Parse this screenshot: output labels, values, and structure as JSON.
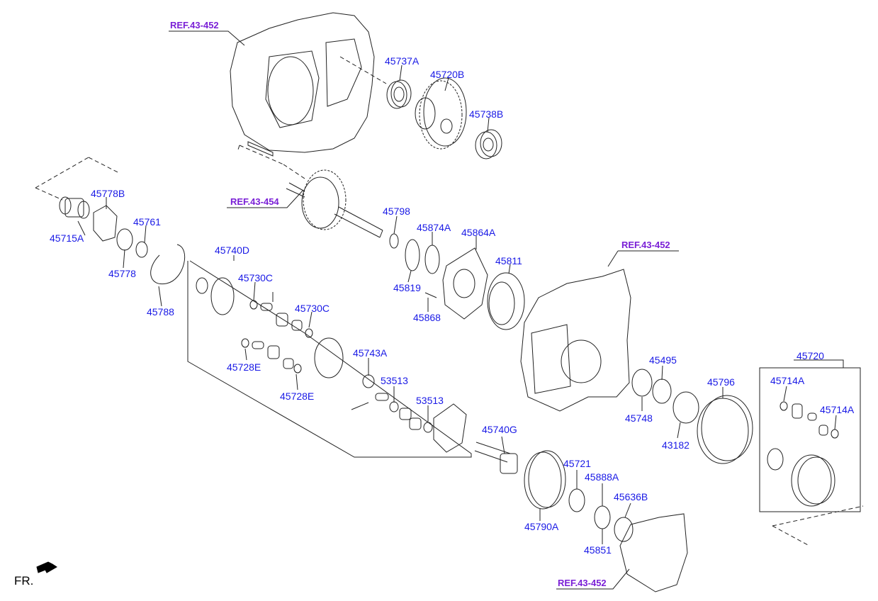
{
  "parts": [
    {
      "id": "ref_top",
      "text": "REF.43-452",
      "ref": true
    },
    {
      "id": "p45737A",
      "text": "45737A"
    },
    {
      "id": "p45720B",
      "text": "45720B"
    },
    {
      "id": "p45738B",
      "text": "45738B"
    },
    {
      "id": "p45778B",
      "text": "45778B"
    },
    {
      "id": "p45715A",
      "text": "45715A"
    },
    {
      "id": "p45761",
      "text": "45761"
    },
    {
      "id": "p45778",
      "text": "45778"
    },
    {
      "id": "p45788",
      "text": "45788"
    },
    {
      "id": "ref_454",
      "text": "REF.43-454",
      "ref": true
    },
    {
      "id": "p45798",
      "text": "45798"
    },
    {
      "id": "p45874A",
      "text": "45874A"
    },
    {
      "id": "p45864A",
      "text": "45864A"
    },
    {
      "id": "p45819",
      "text": "45819"
    },
    {
      "id": "p45868",
      "text": "45868"
    },
    {
      "id": "p45811",
      "text": "45811"
    },
    {
      "id": "ref_right",
      "text": "REF.43-452",
      "ref": true
    },
    {
      "id": "p45740D",
      "text": "45740D"
    },
    {
      "id": "p45730C_a",
      "text": "45730C"
    },
    {
      "id": "p45730C_b",
      "text": "45730C"
    },
    {
      "id": "p45728E_a",
      "text": "45728E"
    },
    {
      "id": "p45728E_b",
      "text": "45728E"
    },
    {
      "id": "p45743A",
      "text": "45743A"
    },
    {
      "id": "p53513_a",
      "text": "53513"
    },
    {
      "id": "p53513_b",
      "text": "53513"
    },
    {
      "id": "p45495",
      "text": "45495"
    },
    {
      "id": "p45748",
      "text": "45748"
    },
    {
      "id": "p45796",
      "text": "45796"
    },
    {
      "id": "p43182",
      "text": "43182"
    },
    {
      "id": "p45720",
      "text": "45720"
    },
    {
      "id": "p45714A_a",
      "text": "45714A"
    },
    {
      "id": "p45714A_b",
      "text": "45714A"
    },
    {
      "id": "p45740G",
      "text": "45740G"
    },
    {
      "id": "p45721",
      "text": "45721"
    },
    {
      "id": "p45888A",
      "text": "45888A"
    },
    {
      "id": "p45636B",
      "text": "45636B"
    },
    {
      "id": "p45790A",
      "text": "45790A"
    },
    {
      "id": "p45851",
      "text": "45851"
    },
    {
      "id": "ref_bottom",
      "text": "REF.43-452",
      "ref": true
    }
  ],
  "direction": {
    "label": "FR."
  },
  "colors": {
    "part_label": "#1a1ae6",
    "ref_label": "#7a1fd6",
    "line": "#222222"
  }
}
